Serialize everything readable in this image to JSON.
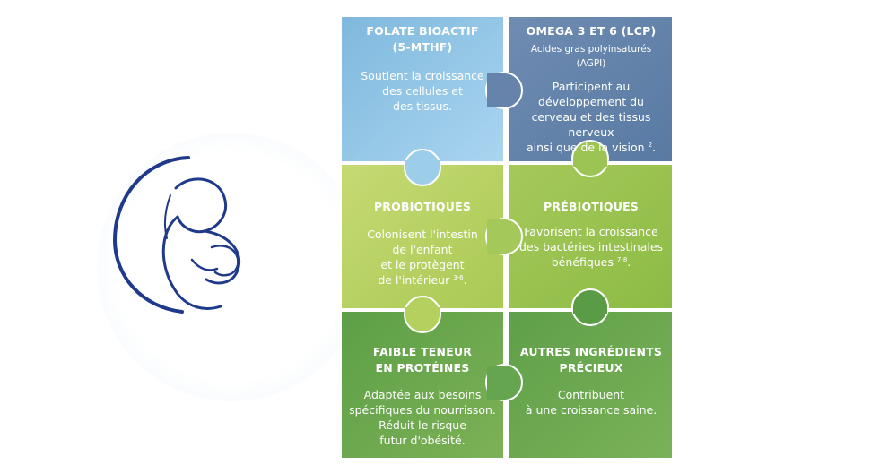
{
  "pieces": [
    {
      "title": "FOLATE BIOACTIF\n(5-MTHF)",
      "body": [
        "Soutient la croissance",
        "des cellules et",
        "des tissus."
      ],
      "color": "#8ec6e8"
    },
    {
      "title": "OMEGA 3 ET 6 (LCP)",
      "subtitle": "Acides gras polyinsaturés (AGPI)",
      "body": [
        "Participent au",
        "développement du",
        "cerveau et des tissus nerveux",
        "ainsi que de la vision"
      ],
      "sup": "2",
      "color": "#6a87ad"
    },
    {
      "title": "PROBIOTIQUES",
      "body": [
        "Colonisent l'intestin",
        "de l'enfant",
        "et le protègent",
        "de l'intérieur"
      ],
      "sup": "3-6",
      "color": "#b8d15e"
    },
    {
      "title": "PRÉBIOTIQUES",
      "body": [
        "Favorisent la croissance",
        "des bactéries intestinales",
        "bénéfiques"
      ],
      "sup": "7-8",
      "color": "#9dc24e"
    },
    {
      "title": "FAIBLE TENEUR\nEN PROTÉINES",
      "body": [
        "Adaptée aux besoins",
        "spécifiques du nourrisson.",
        "Réduit le risque",
        "futur d'obésité."
      ],
      "color": "#5ea148"
    },
    {
      "title": "AUTRES INGRÉDIENTS\nPRÉCIEUX",
      "body": [
        "Contribuent",
        "à une croissance saine."
      ],
      "color": "#6aa752"
    }
  ],
  "colors": {
    "logo": "#1f3a8a",
    "tab_blue_dark": "#5a79a3",
    "tab_green": "#93bf4c",
    "tab_green_dark": "#4f9243"
  }
}
